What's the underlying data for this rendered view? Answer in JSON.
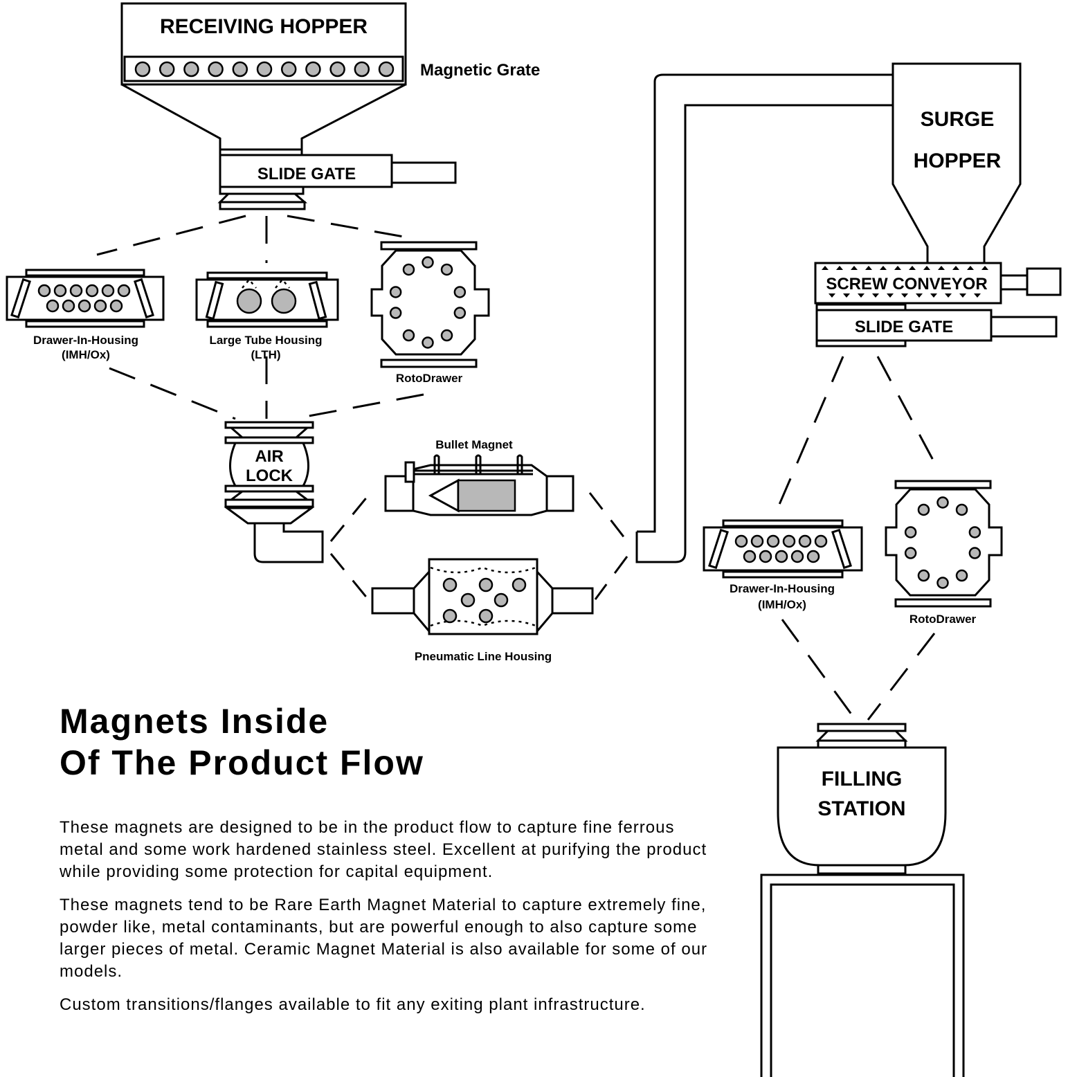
{
  "heading": {
    "line1": "Magnets Inside",
    "line2": "Of The Product Flow"
  },
  "paragraphs": [
    "These magnets are designed to be in the product flow to capture fine ferrous metal and some work hardened stainless steel. Excellent at purifying the product while providing some protection for capital equipment.",
    "These magnets tend to be Rare Earth Magnet Material to capture extremely fine, powder like, metal contaminants, but are powerful enough to also capture some larger pieces of metal.  Ceramic Magnet Material is also available for some of our models.",
    "Custom transitions/flanges available to fit any exiting plant infrastructure."
  ],
  "labels": {
    "receiving_hopper": "RECEIVING HOPPER",
    "magnetic_grate": "Magnetic Grate",
    "slide_gate": "SLIDE GATE",
    "drawer_in_housing": "Drawer-In-Housing",
    "drawer_in_housing_code": "(IMH/Ox)",
    "large_tube_housing": "Large Tube Housing",
    "large_tube_housing_code": "(LTH)",
    "rotodrawer": "RotoDrawer",
    "air_lock_1": "AIR",
    "air_lock_2": "LOCK",
    "bullet_magnet": "Bullet Magnet",
    "pneumatic_line_housing": "Pneumatic Line Housing",
    "surge_hopper_1": "SURGE",
    "surge_hopper_2": "HOPPER",
    "screw_conveyor": "SCREW CONVEYOR",
    "slide_gate_2": "SLIDE GATE",
    "drawer_in_housing_2": "Drawer-In-Housing",
    "drawer_in_housing_code_2": "(IMH/Ox)",
    "rotodrawer_2": "RotoDrawer",
    "filling_station_1": "FILLING",
    "filling_station_2": "STATION"
  },
  "colors": {
    "line": "#000000",
    "magnet_fill": "#b8b8b8",
    "background": "#ffffff"
  }
}
